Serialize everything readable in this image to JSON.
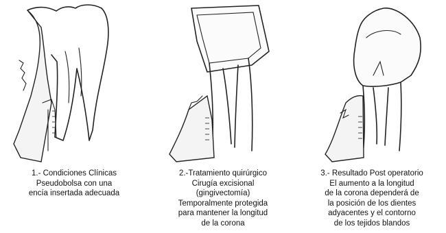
{
  "panels": [
    {
      "caption": [
        "1.- Condiciones Clínicas",
        "Pseudobolsa con una",
        "encía insertada adecuada"
      ]
    },
    {
      "caption": [
        "2.-Tratamiento quirúrgico",
        "Cirugía excisional",
        "(gingivectomía)",
        "Temporalmente protegida",
        "para mantener la longitud",
        "de la corona"
      ]
    },
    {
      "caption": [
        "3.- Resultado Post operatorio",
        "El aumento a la longitud",
        "de la corona dependerá de",
        "la posición de los dientes",
        "adyacentes y el contorno",
        "de los tejidos blandos"
      ]
    }
  ]
}
